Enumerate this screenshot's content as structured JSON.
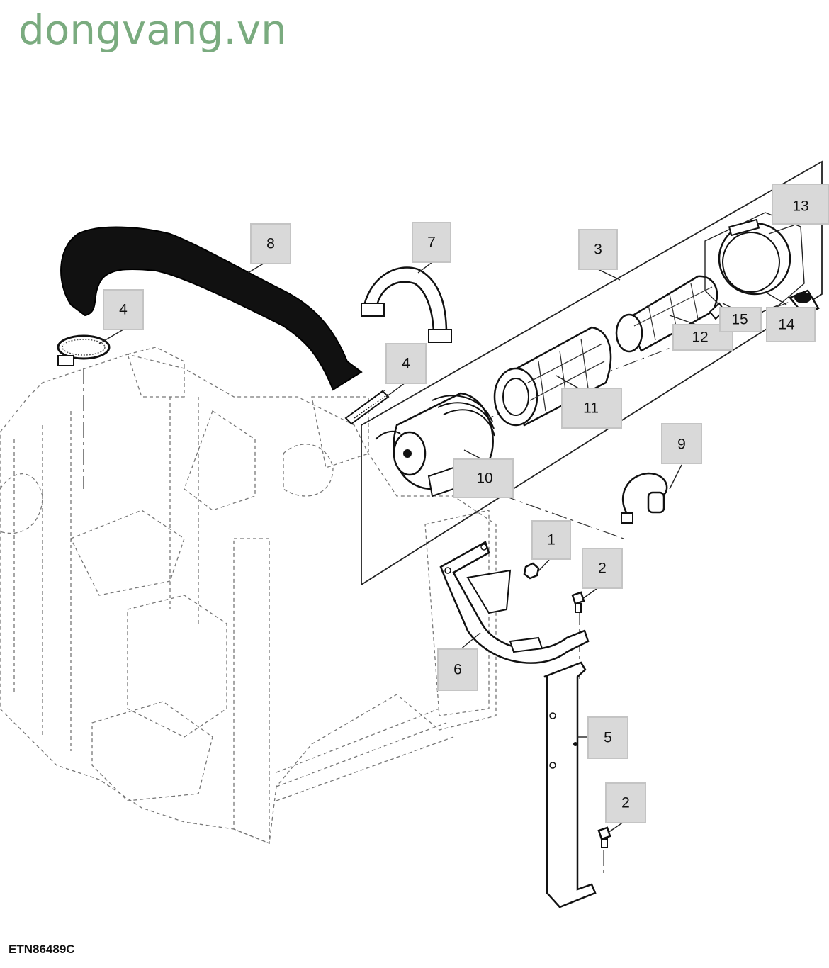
{
  "watermark": {
    "text": "dongvang.vn",
    "color": "#7aab7f"
  },
  "figure_code": "ETN86489C",
  "callouts": [
    {
      "id": "c1",
      "label": "1"
    },
    {
      "id": "c2a",
      "label": "2"
    },
    {
      "id": "c2b",
      "label": "2"
    },
    {
      "id": "c3",
      "label": "3"
    },
    {
      "id": "c4a",
      "label": "4"
    },
    {
      "id": "c4b",
      "label": "4"
    },
    {
      "id": "c5",
      "label": "5"
    },
    {
      "id": "c6",
      "label": "6"
    },
    {
      "id": "c7",
      "label": "7"
    },
    {
      "id": "c8",
      "label": "8"
    },
    {
      "id": "c9",
      "label": "9"
    },
    {
      "id": "c10",
      "label": "10"
    },
    {
      "id": "c11",
      "label": "11"
    },
    {
      "id": "c12",
      "label": "12"
    },
    {
      "id": "c13",
      "label": "13"
    },
    {
      "id": "c14",
      "label": "14"
    },
    {
      "id": "c15",
      "label": "15"
    }
  ]
}
